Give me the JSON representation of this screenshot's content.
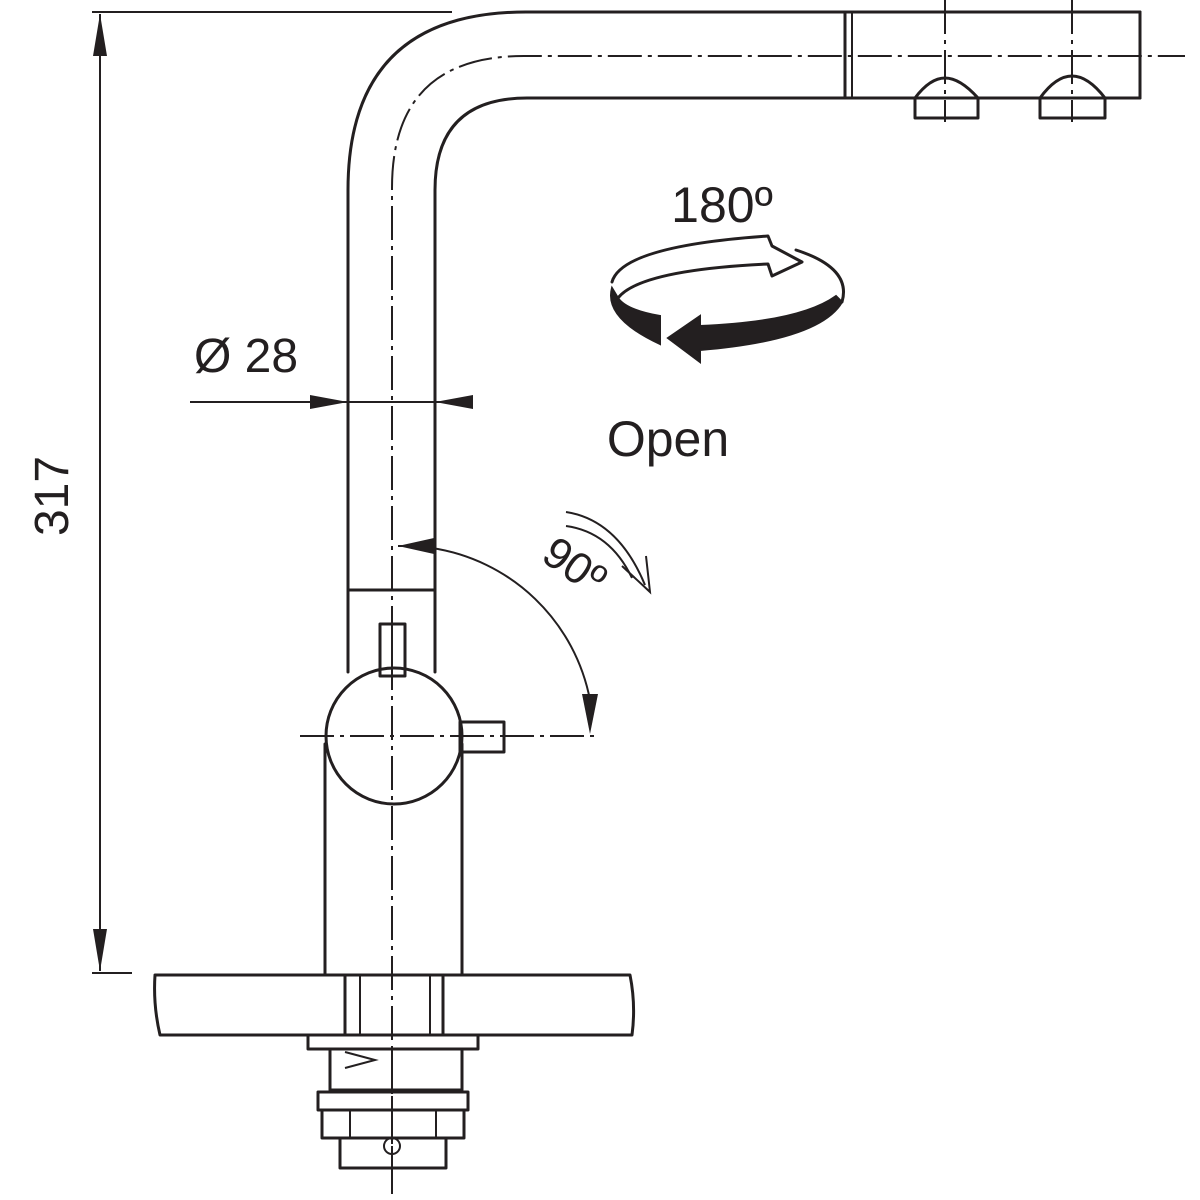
{
  "dimensions": {
    "height": "317",
    "diameter": "Ø 28",
    "lever_angle": "90º",
    "spout_rotation": "180º"
  },
  "annotations": {
    "open": "Open"
  }
}
